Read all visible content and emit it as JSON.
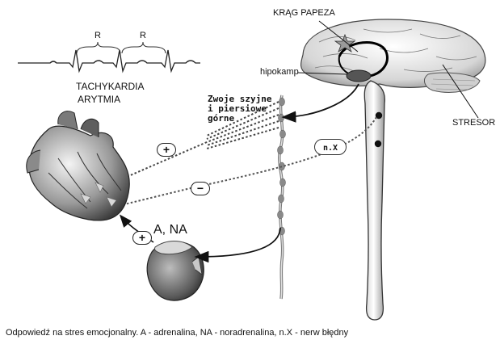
{
  "ecg": {
    "interval_label_1": "R",
    "interval_label_2": "R"
  },
  "labels": {
    "tachy_line1": "TACHYKARDIA",
    "tachy_line2": "ARYTMIA",
    "ganglia_line1": "Zwoje szyjne",
    "ganglia_line2": "i piersiowe",
    "ganglia_line3": "górne",
    "papez": "KRĄG PAPEZA",
    "hippocampus": "hipokamp",
    "stressor": "STRESOR",
    "vagus": "n.X",
    "hormones": "A, NA",
    "plus_sign": "+",
    "minus_sign": "−"
  },
  "caption": "Odpowiedź na stres emocjonalny. A - adrenalina, NA - noradrenalina, n.X - nerw błędny"
}
